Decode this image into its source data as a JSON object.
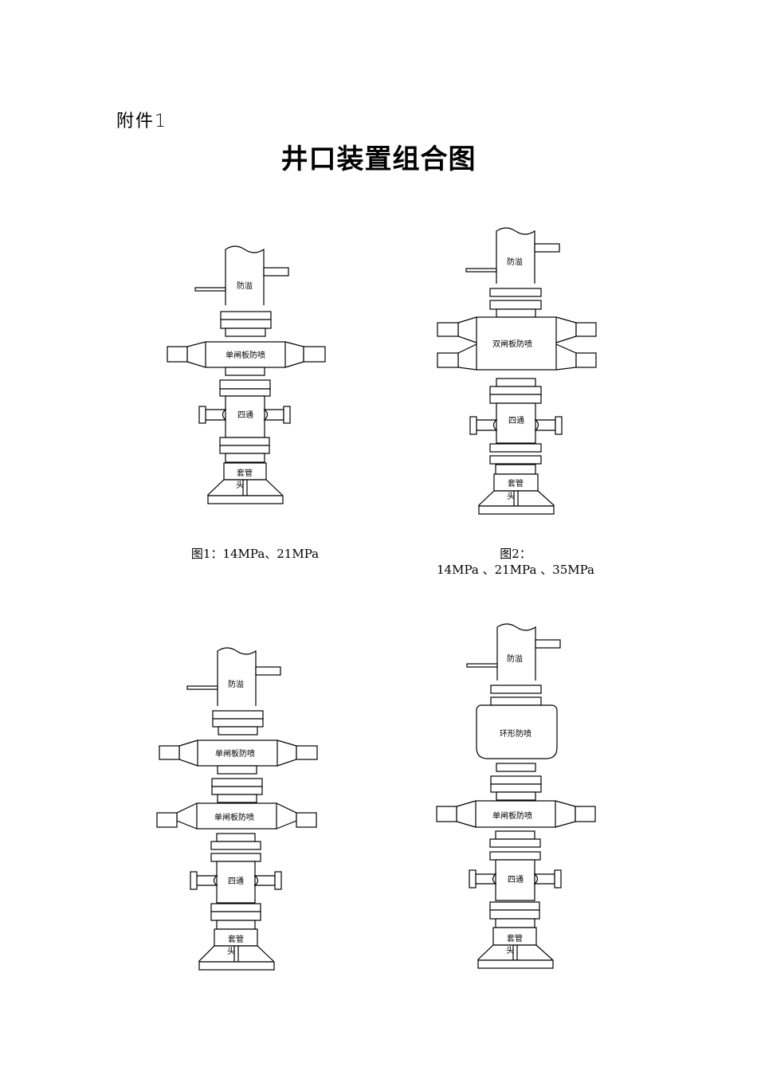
{
  "header": {
    "attachment": "附件1",
    "title": "井口装置组合图"
  },
  "figures": [
    {
      "caption_line1": "图1：14MPa、21MPa",
      "caption_line2": "",
      "labels": {
        "overflow": "防溢",
        "bop1": "单闸板防喷",
        "cross": "四通",
        "casing_head_1": "套管",
        "casing_head_2": "头"
      }
    },
    {
      "caption_line1": "图2：",
      "caption_line2": "14MPa 、21MPa 、35MPa",
      "labels": {
        "overflow": "防溢",
        "bop1": "双闸板防喷",
        "cross": "四通",
        "casing_head_1": "套管",
        "casing_head_2": "头"
      }
    },
    {
      "caption_line1": "",
      "caption_line2": "",
      "labels": {
        "overflow": "防溢",
        "bop1": "单闸板防喷",
        "bop2": "单闸板防喷",
        "cross": "四通",
        "casing_head_1": "套管",
        "casing_head_2": "头"
      }
    },
    {
      "caption_line1": "",
      "caption_line2": "",
      "labels": {
        "overflow": "防溢",
        "annular": "环形防喷",
        "bop1": "单闸板防喷",
        "cross": "四通",
        "casing_head_1": "套管",
        "casing_head_2": "头"
      }
    }
  ]
}
